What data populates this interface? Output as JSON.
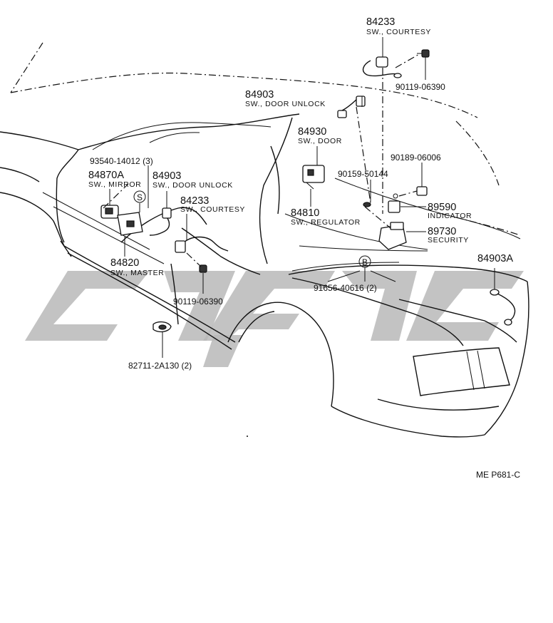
{
  "watermark": "",
  "callouts": [
    {
      "id": "c84233_top",
      "number": "84233",
      "desc": "SW., COURTESY"
    },
    {
      "id": "c90119_top",
      "number": "90119-06390",
      "desc": ""
    },
    {
      "id": "c84903_top",
      "number": "84903",
      "desc": "SW., DOOR UNLOCK"
    },
    {
      "id": "c84930",
      "number": "84930",
      "desc": "SW., DOOR"
    },
    {
      "id": "c90189",
      "number": "90189-06006",
      "desc": ""
    },
    {
      "id": "c90159",
      "number": "90159-50144",
      "desc": ""
    },
    {
      "id": "c89590",
      "number": "89590",
      "desc": "INDICATOR"
    },
    {
      "id": "c84810",
      "number": "84810",
      "desc": "SW., REGULATOR"
    },
    {
      "id": "c89730",
      "number": "89730",
      "desc": "SECURITY"
    },
    {
      "id": "c84903A",
      "number": "84903A",
      "desc": ""
    },
    {
      "id": "c91656",
      "number": "91656-40616 (2)",
      "desc": ""
    },
    {
      "id": "c93540",
      "number": "93540-14012 (3)",
      "desc": ""
    },
    {
      "id": "c84870A",
      "number": "84870A",
      "desc": "SW., MIRROR"
    },
    {
      "id": "c84903_mid",
      "number": "84903",
      "desc": "SW., DOOR UNLOCK"
    },
    {
      "id": "c84233_mid",
      "number": "84233",
      "desc": "SW., COURTESY"
    },
    {
      "id": "c84820",
      "number": "84820",
      "desc": "SW., MASTER"
    },
    {
      "id": "c90119_mid",
      "number": "90119-06390",
      "desc": ""
    },
    {
      "id": "c82711",
      "number": "82711-2A130 (2)",
      "desc": ""
    }
  ],
  "markers": [
    {
      "id": "marker_s",
      "letter": "S"
    },
    {
      "id": "marker_b",
      "letter": "B"
    }
  ],
  "footer_code": "ME  P681-C"
}
